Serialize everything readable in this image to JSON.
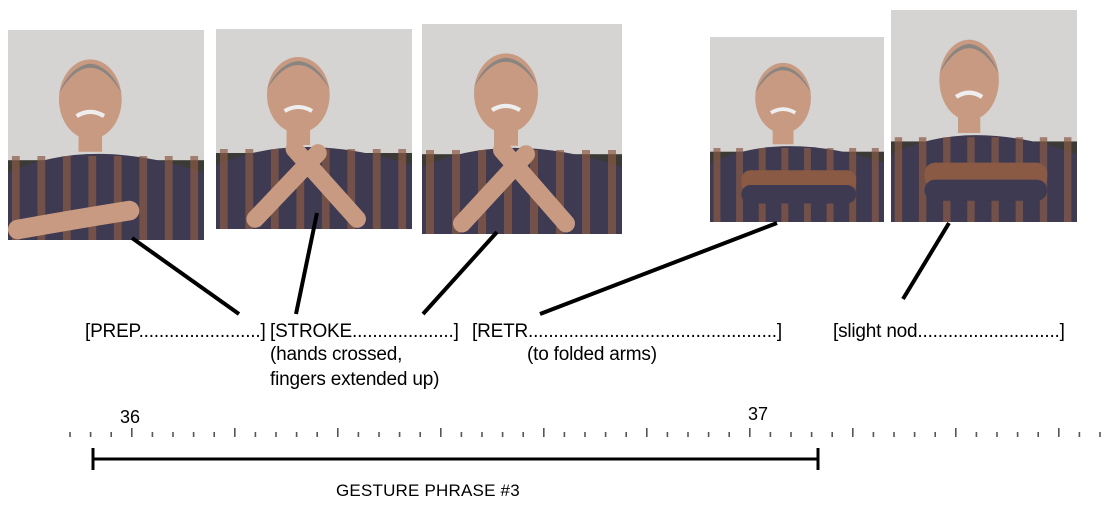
{
  "frames": [
    {
      "name": "frame-prep"
    },
    {
      "name": "frame-stroke-1"
    },
    {
      "name": "frame-stroke-2"
    },
    {
      "name": "frame-retraction"
    },
    {
      "name": "frame-nod"
    }
  ],
  "phases": {
    "prep": "[PREP........................]",
    "stroke": "[STROKE....................]",
    "stroke_note_1": "(hands crossed,",
    "stroke_note_2": "fingers extended up)",
    "retr": "[RETR.................................................]",
    "retr_note": "(to folded arms)",
    "nod": "[slight nod............................]"
  },
  "timeline": {
    "tick_36": "36",
    "tick_37": "37"
  },
  "phrase_label": "GESTURE PHRASE #3",
  "colors": {
    "wall": "#d6d4d2",
    "skin": "#c99a82",
    "hair": "#8a8580",
    "shirt_dark": "#3d3a52",
    "shirt_stripe": "#8a5a45",
    "line": "#000000"
  }
}
